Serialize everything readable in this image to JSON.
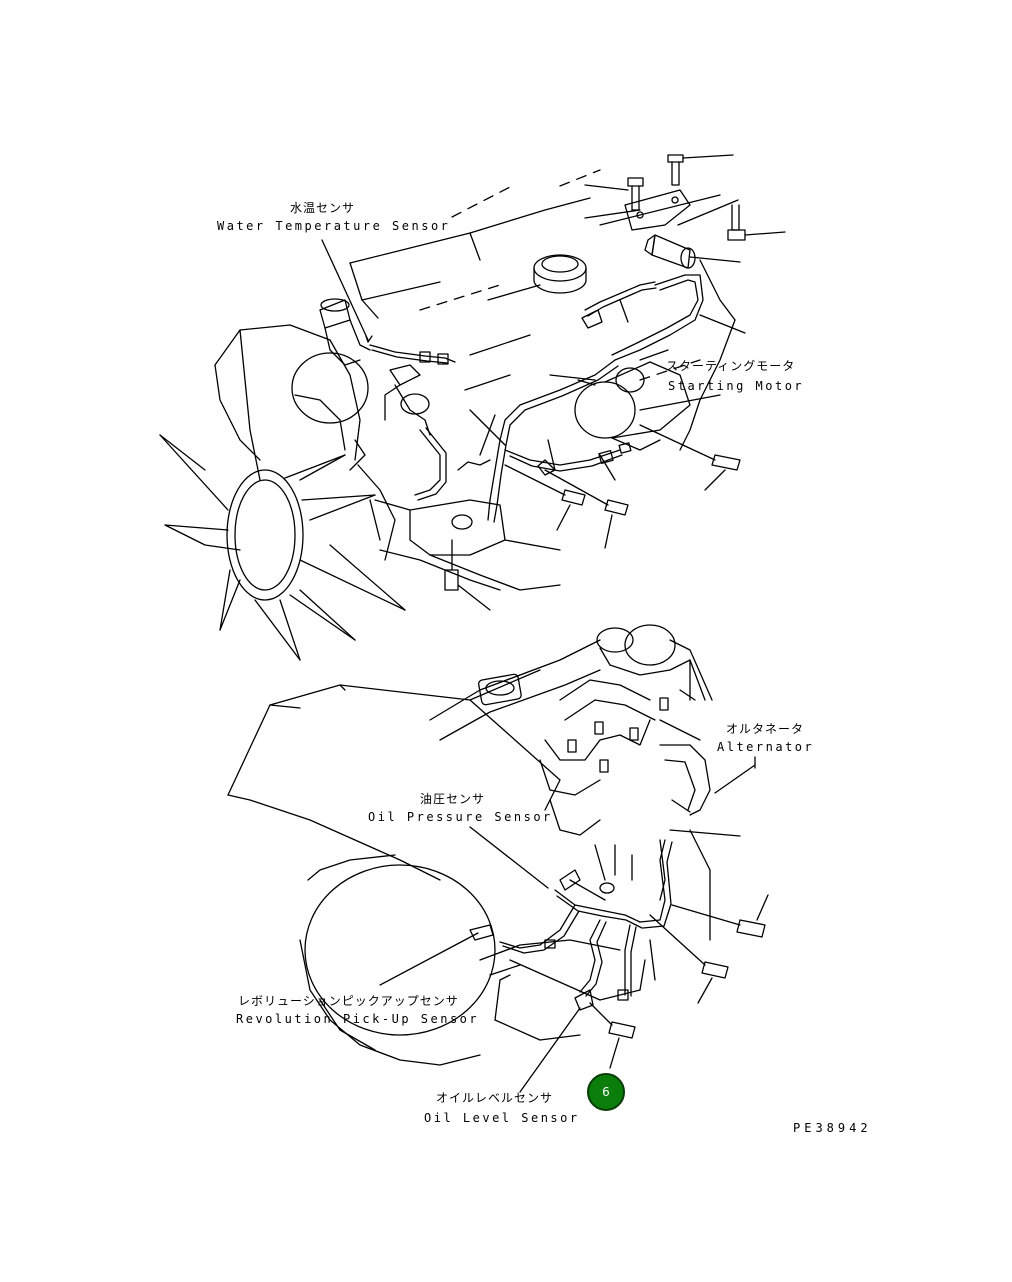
{
  "labels": {
    "water_temp_jp": "水温センサ",
    "water_temp_en": "Water Temperature Sensor",
    "starting_motor_jp": "スターティングモータ",
    "starting_motor_en": "Starting Motor",
    "alternator_jp": "オルタネータ",
    "alternator_en": "Alternator",
    "oil_pressure_jp": "油圧センサ",
    "oil_pressure_en": "Oil Pressure Sensor",
    "revolution_jp": "レボリューションピックアップセンサ",
    "revolution_en": "Revolution Pick-Up Sensor",
    "oil_level_jp": "オイルレベルセンサ",
    "oil_level_en": "Oil Level Sensor"
  },
  "drawing_number": "PE38942",
  "badge": {
    "label": "6",
    "color": "#0a7d0a"
  }
}
